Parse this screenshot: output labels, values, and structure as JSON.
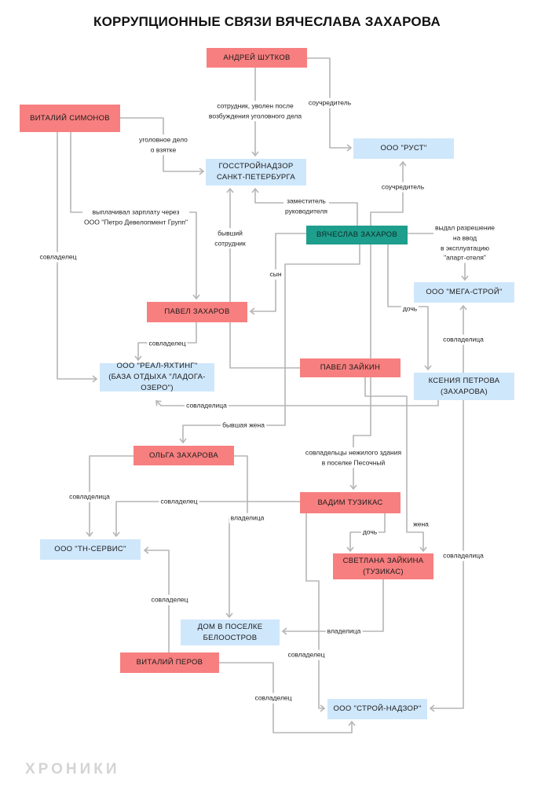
{
  "title": "КОРРУПЦИОННЫЕ СВЯЗИ ВЯЧЕСЛАВА ЗАХАРОВА",
  "logo": "ХРОНИКИ",
  "colors": {
    "person": "#f77f7f",
    "organization": "#cfe7fb",
    "central": "#1e9e8c",
    "edge": "#b5b5b5"
  },
  "nodes": {
    "shutkov": "АНДРЕЙ ШУТКОВ",
    "simonov": "ВИТАЛИЙ СИМОНОВ",
    "rust": "ООО \"РУСТ\"",
    "gosstroy": "ГОССТРОЙНАДЗОР\nСАНКТ-ПЕТЕРБУРГА",
    "zakharov": "ВЯЧЕСЛАВ ЗАХАРОВ",
    "megastroy": "ООО \"МЕГА-СТРОЙ\"",
    "pavel_zakharov": "ПАВЕЛ ЗАХАРОВ",
    "pavel_zaykin": "ПАВЕЛ ЗАЙКИН",
    "realyachting": "ООО \"РЕАЛ-ЯХТИНГ\"\n(БАЗА ОТДЫХА \"ЛАДОГА-ОЗЕРО\")",
    "ksenia": "КСЕНИЯ ПЕТРОВА\n(ЗАХАРОВА)",
    "olga": "ОЛЬГА ЗАХАРОВА",
    "tuzikas": "ВАДИМ ТУЗИКАС",
    "tnservis": "ООО \"ТН-СЕРВИС\"",
    "svetlana": "СВЕТЛАНА ЗАЙКИНА\n(ТУЗИКАС)",
    "dom": "ДОМ В ПОСЕЛКЕ\nБЕЛООСТРОВ",
    "perov": "ВИТАЛИЙ ПЕРОВ",
    "stroynadzor": "ООО \"СТРОЙ-НАДЗОР\""
  },
  "edge_labels": {
    "shutkov_gosstroy": "сотрудник, уволен после\nвозбуждения уголовного дела",
    "shutkov_rust": "соучредитель",
    "simonov_gosstroy": "уголовное дело\nо взятке",
    "simonov_pavel": "выплачивал зарплату через\nООО \"Петро Девелопмент Групп\"",
    "simonov_realyachting": "совладелец",
    "zakharov_gosstroy": "заместитель\nруководителя",
    "zakharov_rust": "соучредитель",
    "zakharov_megastroy": "выдал разрешение\nна ввод\nв эксплуатацию\n\"апарт-отеля\"",
    "zaykin_gosstroy": "бывший\nсотрудник",
    "zakharov_pavel": "сын",
    "zakharov_ksenia": "дочь",
    "pavel_realyachting": "совладелец",
    "ksenia_megastroy": "совладелица",
    "ksenia_realyachting": "совладелица",
    "zakharov_olga": "бывшая жена",
    "zakharov_tuzikas": "совладельцы нежилого здания\nв поселке Песочный",
    "olga_tnservis": "совладелица",
    "tuzikas_tnservis": "совладелец",
    "olga_dom": "владелица",
    "tuzikas_svetlana": "дочь",
    "zaykin_svetlana": "жена",
    "ksenia_stroynadzor": "совладелица",
    "perov_tnservis": "совладелец",
    "svetlana_dom": "владелица",
    "tuzikas_stroynadzor": "совладелец",
    "perov_stroynadzor": "совладелец"
  }
}
